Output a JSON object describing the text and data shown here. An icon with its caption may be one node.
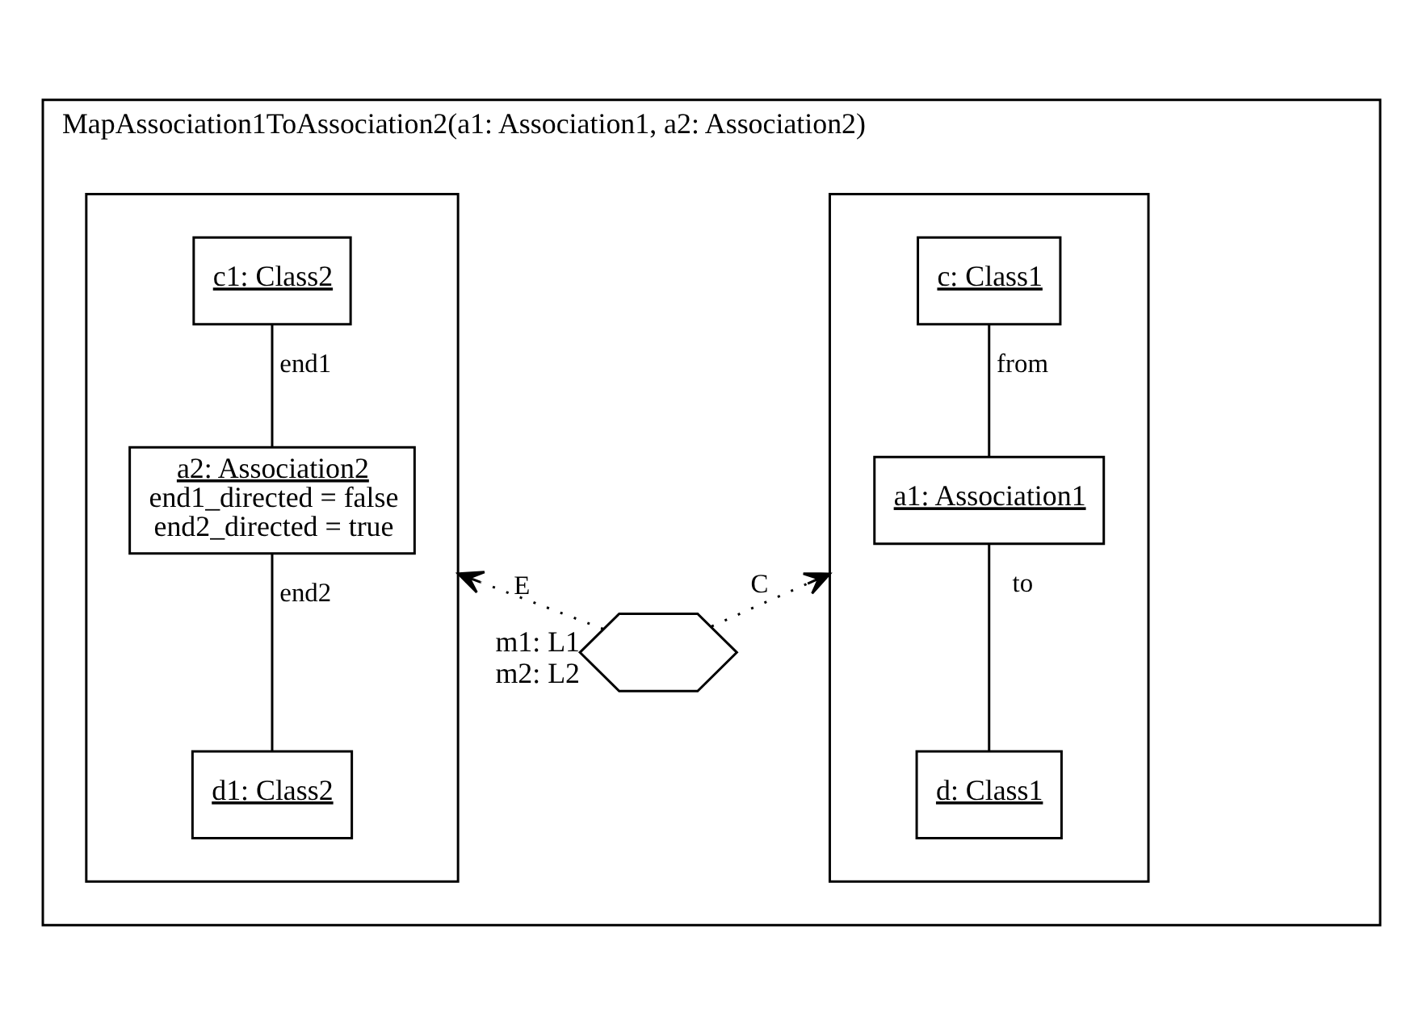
{
  "diagram": {
    "nodes": [
      {
        "text": [
          "MapAssociation1ToAssociation2(a1: Association1, a2: Association2)"
        ]
      },
      {
        "text": [],
        "shape": "box",
        "in": 0
      },
      {
        "text": [
          "c: Class1"
        ],
        "in": 1
      },
      {
        "text": [
          "a1: Association1"
        ],
        "in": 1
      },
      {
        "text": [
          "d: Class1"
        ],
        "in": 1
      },
      {
        "text": [],
        "shape": "hexagon",
        "in": 0,
        "beside": [
          "m1: L1",
          "m2: L2"
        ]
      },
      {
        "text": [],
        "shape": "box",
        "in": 0
      },
      {
        "text": [
          "c1: Class2"
        ],
        "in": 6
      },
      {
        "text": [
          "a2: Association2",
          "end1_directed = false",
          "end2_directed = true"
        ],
        "in": 6
      },
      {
        "text": [
          "d1: Class2"
        ],
        "in": 6
      }
    ],
    "edges": [
      {
        "from": 2,
        "to": 3,
        "arrow": "none",
        "label": "from"
      },
      {
        "from": 3,
        "to": 4,
        "arrow": "none",
        "label": "to"
      },
      {
        "from": 5,
        "to": 1,
        "arrow": "to",
        "style": "dashed",
        "label": "C"
      },
      {
        "from": 5,
        "to": 6,
        "arrow": "to",
        "style": "dashed",
        "label": "E"
      },
      {
        "from": 7,
        "to": 8,
        "arrow": "none",
        "label": "end1"
      },
      {
        "from": 8,
        "to": 9,
        "arrow": "none",
        "label": "end2"
      }
    ]
  }
}
